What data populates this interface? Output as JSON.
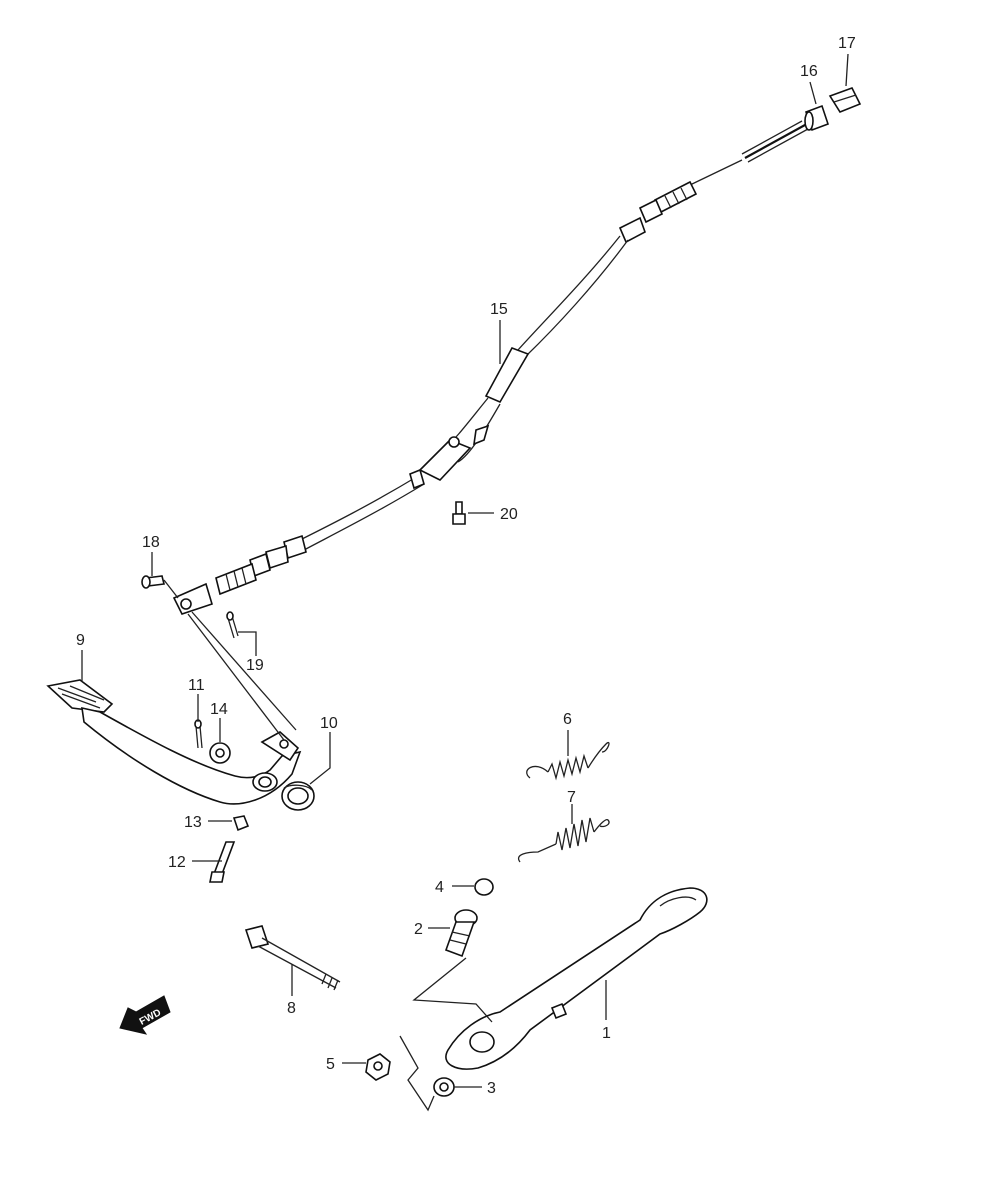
{
  "callouts": {
    "c1": "1",
    "c2": "2",
    "c3": "3",
    "c4": "4",
    "c5": "5",
    "c6": "6",
    "c7": "7",
    "c8": "8",
    "c9": "9",
    "c10": "10",
    "c11": "11",
    "c12": "12",
    "c13": "13",
    "c14": "14",
    "c15": "15",
    "c16": "16",
    "c17": "17",
    "c18": "18",
    "c19": "19",
    "c20": "20"
  },
  "fwd_label": "FWD"
}
